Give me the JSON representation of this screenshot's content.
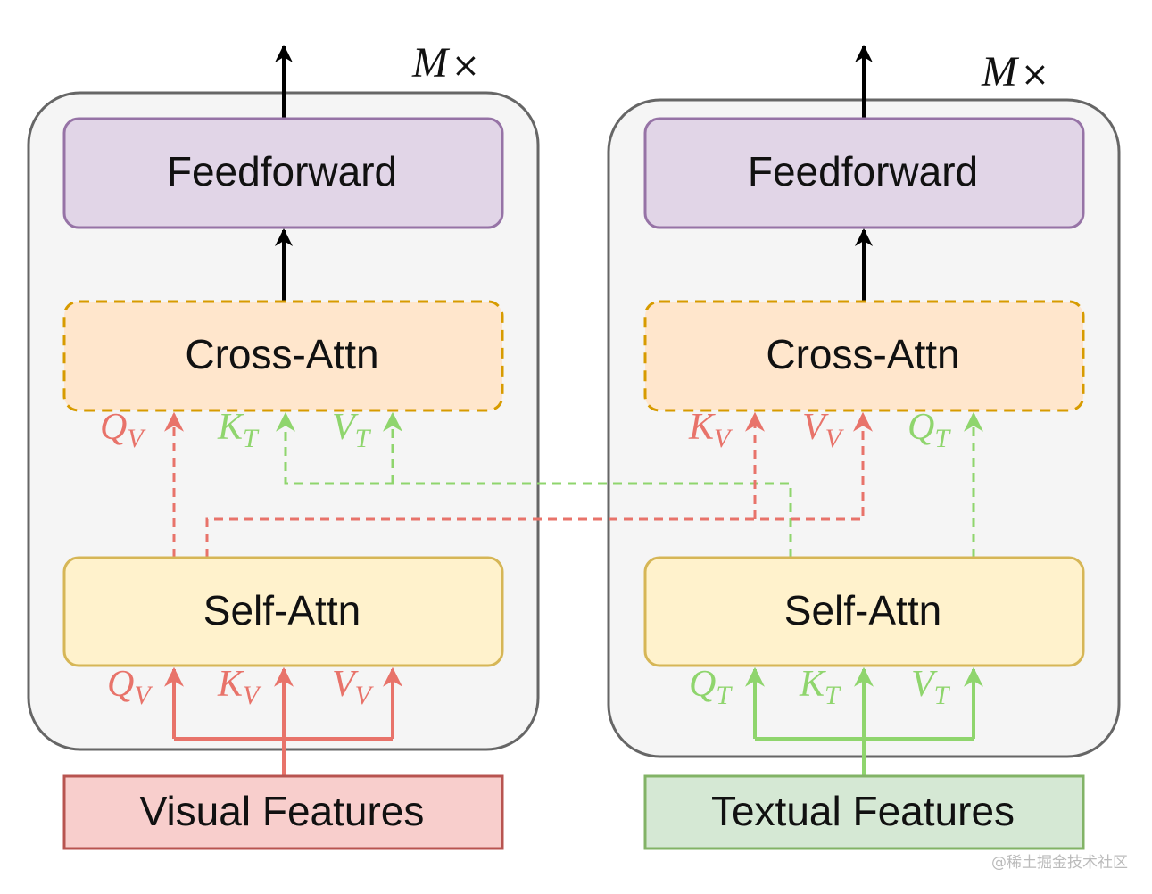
{
  "left_block": {
    "repeat_symbol": "M",
    "repeat_times": "×",
    "feedforward": "Feedforward",
    "cross_attn": "Cross-Attn",
    "self_attn": "Self-Attn",
    "input": "Visual Features",
    "self_inputs": [
      {
        "base": "Q",
        "sub": "V",
        "stream": "visual"
      },
      {
        "base": "K",
        "sub": "V",
        "stream": "visual"
      },
      {
        "base": "V",
        "sub": "V",
        "stream": "visual"
      }
    ],
    "cross_inputs": [
      {
        "base": "Q",
        "sub": "V",
        "stream": "visual"
      },
      {
        "base": "K",
        "sub": "T",
        "stream": "textual"
      },
      {
        "base": "V",
        "sub": "T",
        "stream": "textual"
      }
    ]
  },
  "right_block": {
    "repeat_symbol": "M",
    "repeat_times": "×",
    "feedforward": "Feedforward",
    "cross_attn": "Cross-Attn",
    "self_attn": "Self-Attn",
    "input": "Textual Features",
    "self_inputs": [
      {
        "base": "Q",
        "sub": "T",
        "stream": "textual"
      },
      {
        "base": "K",
        "sub": "T",
        "stream": "textual"
      },
      {
        "base": "V",
        "sub": "T",
        "stream": "textual"
      }
    ],
    "cross_inputs": [
      {
        "base": "K",
        "sub": "V",
        "stream": "visual"
      },
      {
        "base": "V",
        "sub": "V",
        "stream": "visual"
      },
      {
        "base": "Q",
        "sub": "T",
        "stream": "textual"
      }
    ]
  },
  "watermark": "@稀土掘金技术社区",
  "colors": {
    "visual": "#e8736a",
    "textual": "#8fd56d",
    "container_fill": "#f5f5f5",
    "container_stroke": "#666666",
    "feedforward_fill": "#e1d5e7",
    "feedforward_stroke": "#9673a6",
    "cross_fill": "#ffe6cc",
    "cross_stroke": "#d79b00",
    "self_fill": "#fff2cc",
    "self_stroke": "#d6b656",
    "visual_input_fill": "#f8cecc",
    "visual_input_stroke": "#b85450",
    "textual_input_fill": "#d5e8d4",
    "textual_input_stroke": "#82b366"
  }
}
